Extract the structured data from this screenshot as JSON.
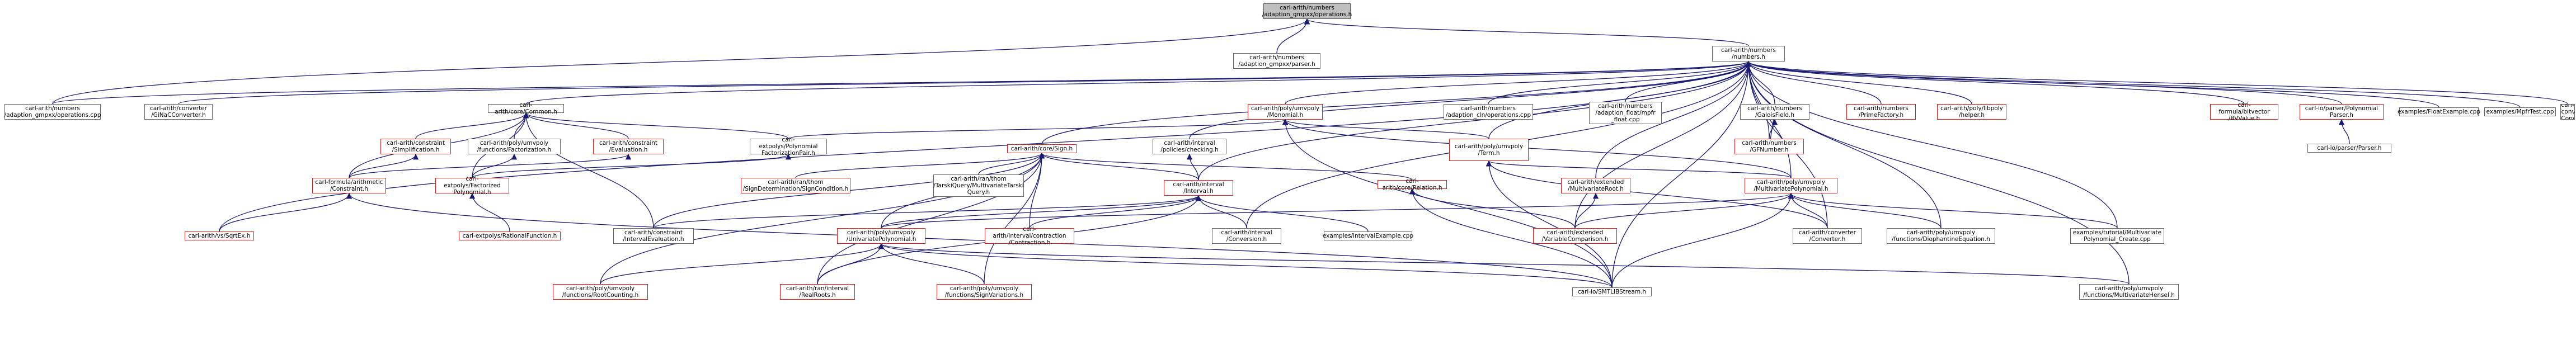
{
  "nodes": {
    "root": "carl-arith/numbers\n/adaption_gmpxx/operations.h",
    "numbers": "carl-arith/numbers\n/numbers.h",
    "parser": "carl-arith/numbers\n/adaption_gmpxx/parser.h",
    "gmpxx_ops_cpp": "carl-arith/numbers\n/adaption_gmpxx/operations.cpp",
    "ginac_conv": "carl-arith/converter\n/GiNaCConverter.h",
    "common": "carl-arith/core/Common.h",
    "monomial": "carl-arith/poly/umvpoly\n/Monomial.h",
    "cln_ops": "carl-arith/numbers\n/adaption_cln/operations.cpp",
    "float_mpfr": "carl-arith/numbers\n/adaption_float/mpfr\n_float.cpp",
    "galois": "carl-arith/numbers\n/GaloisField.h",
    "prime_factory": "carl-arith/numbers\n/PrimeFactory.h",
    "libpoly_helper": "carl-arith/poly/libpoly\n/helper.h",
    "bvvalue": "carl-formula/bitvector\n/BVValue.h",
    "io_polyparser": "carl-io/parser/Polynomial\nParser.h",
    "float_example": "examples/FloatExample.cpp",
    "mpftest": "examples/MpfrTest.cpp",
    "cocoa_conv": "carl-arith/converter\n/CoCoAConverter.h",
    "simplification": "carl-arith/constraint\n/Simplification.h",
    "functions_fact": "carl-arith/poly/umvpoly\n/functions/Factorization.h",
    "evaluation": "carl-arith/constraint\n/Evaluation.h",
    "ext_polyfact_pair": "carl-extpolys/Polynomial\nFactorizationPair.h",
    "sign": "carl-arith/core/Sign.h",
    "policies": "carl-arith/interval\n/policies/checking.h",
    "term": "carl-arith/poly/umvpoly\n/Term.h",
    "gfnumber": "carl-arith/numbers\n/GFNumber.h",
    "io_parser": "carl-io/parser/Parser.h",
    "formula_constraint": "carl-formula/arithmetic\n/Constraint.h",
    "ext_factorized": "carl-extpolys/Factorized\nPolynomial.h",
    "ran_signdet": "carl-arith/ran/thom\n/SignDetermination/SignCondition.h",
    "ran_tarski": "carl-arith/ran/thom\n/TarskiQuery/MultivariateTarski\nQuery.h",
    "interval": "carl-arith/interval\n/Interval.h",
    "relation": "carl-arith/core/Relation.h",
    "ext_multiroot": "carl-arith/extended\n/MultivariateRoot.h",
    "multivariate_poly": "carl-arith/poly/umvpoly\n/MultivariatePolynomial.h",
    "vs_sqrtex": "carl-arith/vs/SqrtEx.h",
    "ext_rational_fn": "carl-extpolys/RationalFunction.h",
    "interval_eval": "carl-arith/constraint\n/IntervalEvaluation.h",
    "univariate_poly": "carl-arith/poly/umvpoly\n/UnivariatePolynomial.h",
    "contraction": "carl-arith/interval/contraction\n/Contraction.h",
    "interval_conv": "carl-arith/interval\n/Conversion.h",
    "interval_example": "examples/intervalExample.cpp",
    "var_comparison": "carl-arith/extended\n/VariableComparison.h",
    "converter_h": "carl-arith/converter\n/Converter.h",
    "diophantine": "carl-arith/poly/umvpoly\n/functions/DiophantineEquation.h",
    "tutorial_mvp": "examples/tutorial/Multivariate\nPolynomial_Create.cpp",
    "root_counting": "carl-arith/poly/umvpoly\n/functions/RootCounting.h",
    "real_roots": "carl-arith/ran/interval\n/RealRoots.h",
    "sign_variations": "carl-arith/poly/umvpoly\n/functions/SignVariations.h",
    "smtlib_stream": "carl-io/SMTLIBStream.h",
    "mv_hensel": "carl-arith/poly/umvpoly\n/functions/MultivariateHensel.h"
  },
  "colors": {
    "edge": "#191970",
    "node_border": "#666666",
    "truncated_border": "#e31a1c",
    "root_fill": "#bfbfbf"
  }
}
